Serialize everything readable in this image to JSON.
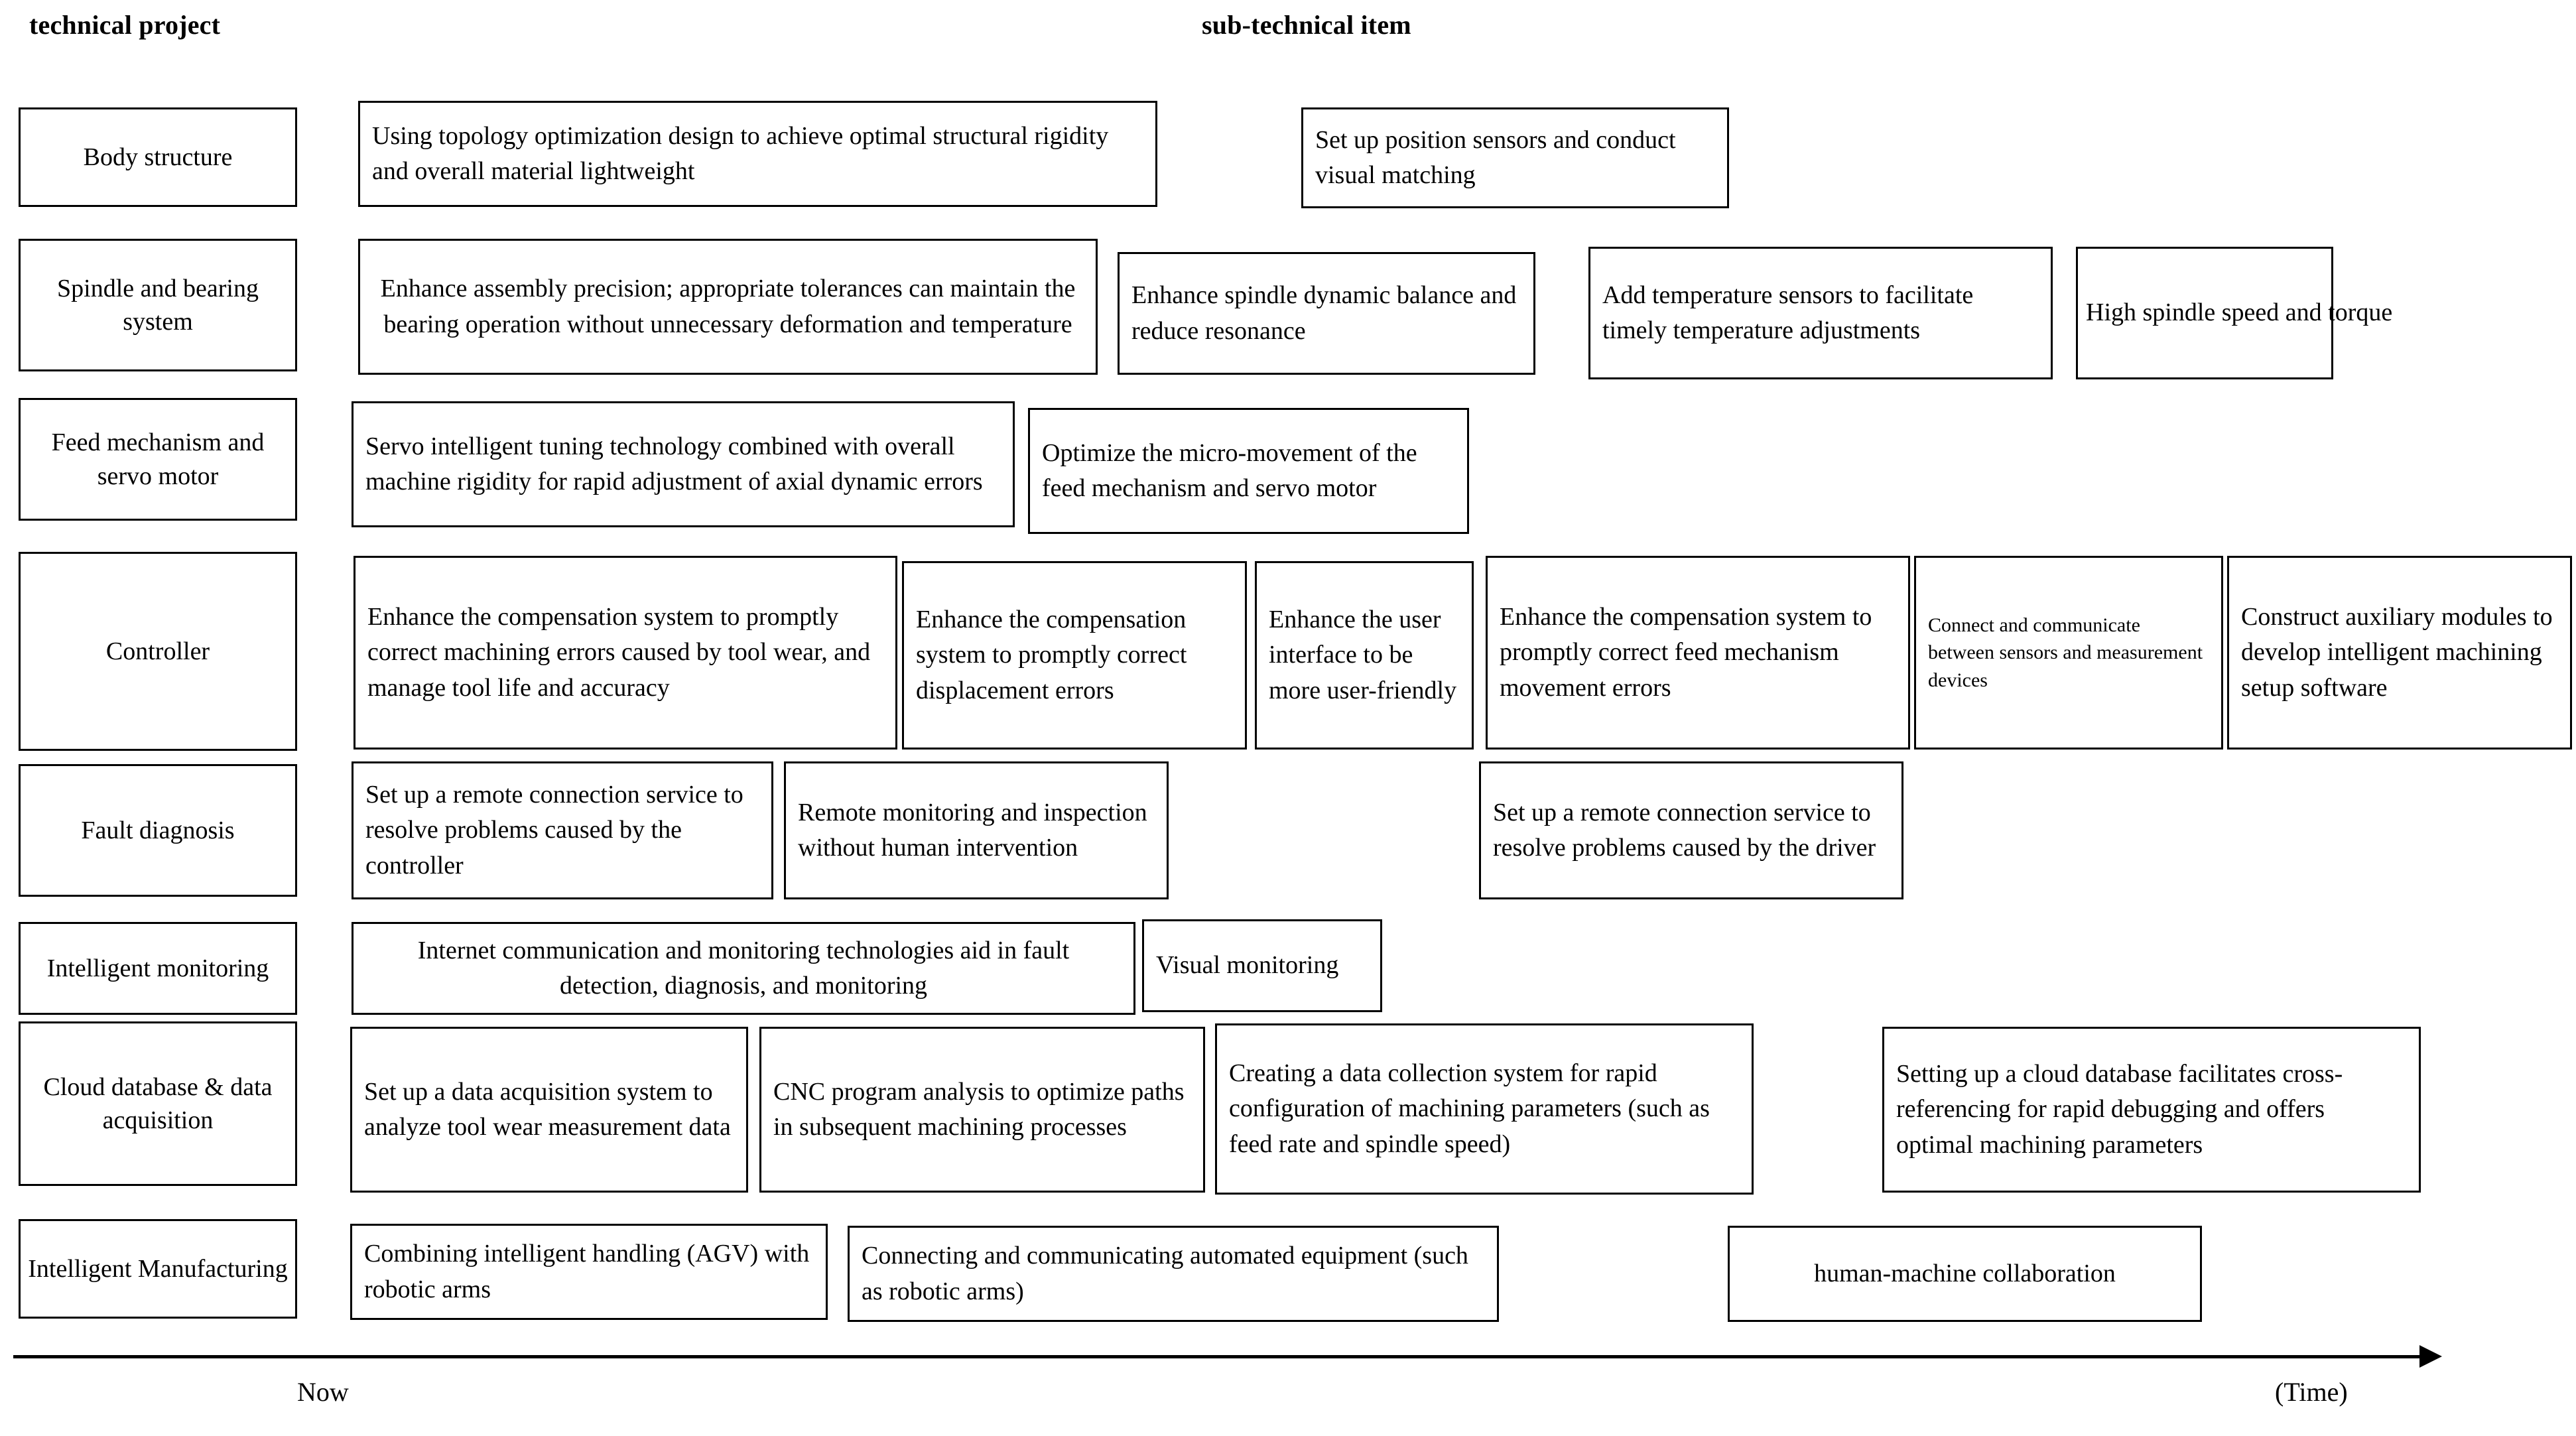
{
  "headers": {
    "left": "technical project",
    "right": "sub-technical item"
  },
  "axis": {
    "start_label": "Now",
    "end_label": "(Time)"
  },
  "rows": [
    {
      "category": "Body structure",
      "items": [
        {
          "text": "Using topology optimization design to achieve optimal structural rigidity and overall material lightweight"
        },
        {
          "text": "Set up position sensors and conduct visual matching"
        }
      ]
    },
    {
      "category": "Spindle and bearing system",
      "items": [
        {
          "text": "Enhance assembly precision; appropriate tolerances can maintain the bearing operation without unnecessary deformation and temperature"
        },
        {
          "text": "Enhance spindle dynamic balance and reduce resonance"
        },
        {
          "text": "Add temperature sensors to facilitate timely temperature adjustments"
        },
        {
          "text": "High spindle speed and torque"
        }
      ]
    },
    {
      "category": "Feed mechanism and servo motor",
      "items": [
        {
          "text": "Servo intelligent tuning technology combined with overall machine rigidity for rapid adjustment of axial dynamic errors"
        },
        {
          "text": "Optimize the micro-movement of the feed mechanism and servo motor"
        }
      ]
    },
    {
      "category": "Controller",
      "items": [
        {
          "text": "Enhance the compensation system to promptly correct machining errors caused by tool wear, and manage tool life and accuracy"
        },
        {
          "text": "Enhance the compensation system to promptly correct displacement errors"
        },
        {
          "text": "Enhance the user interface to be more user-friendly"
        },
        {
          "text": "Enhance the compensation system to promptly correct feed mechanism movement errors"
        },
        {
          "text": "Connect and communicate between sensors and measurement devices"
        },
        {
          "text": "Construct auxiliary modules to develop intelligent machining setup software"
        }
      ]
    },
    {
      "category": "Fault diagnosis",
      "items": [
        {
          "text": "Set up a remote connection service to resolve problems caused by the controller"
        },
        {
          "text": "Remote monitoring and inspection without human intervention"
        },
        {
          "text": "Set up a remote connection service to resolve problems caused by the driver"
        }
      ]
    },
    {
      "category": "Intelligent monitoring",
      "items": [
        {
          "text": "Internet communication and monitoring technologies aid in fault detection, diagnosis, and monitoring"
        },
        {
          "text": "Visual monitoring"
        }
      ]
    },
    {
      "category": "Cloud database & data acquisition",
      "items": [
        {
          "text": "Set up a data acquisition system to analyze  tool wear measurement data"
        },
        {
          "text": "CNC program analysis to optimize paths in subsequent machining processes"
        },
        {
          "text": "Creating a data collection system for rapid configuration of machining parameters (such as feed rate and spindle speed)"
        },
        {
          "text": "Setting up a cloud database facilitates cross-referencing for rapid debugging and offers optimal machining parameters"
        }
      ]
    },
    {
      "category": "Intelligent Manufacturing",
      "items": [
        {
          "text": "Combining intelligent handling (AGV) with robotic arms"
        },
        {
          "text": "Connecting and communicating automated equipment (such as robotic arms)"
        },
        {
          "text": "human-machine collaboration"
        }
      ]
    }
  ]
}
